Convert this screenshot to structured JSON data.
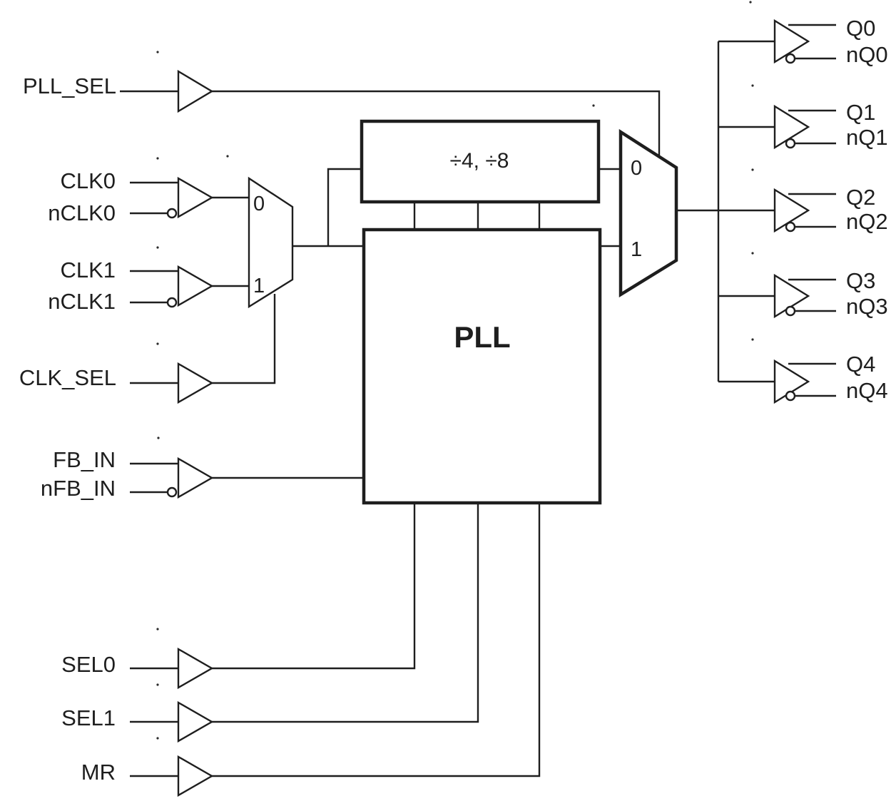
{
  "inputs": {
    "pll_sel": "PLL_SEL",
    "clk0": "CLK0",
    "nclk0": "nCLK0",
    "clk1": "CLK1",
    "nclk1": "nCLK1",
    "clk_sel": "CLK_SEL",
    "fb_in": "FB_IN",
    "nfb_in": "nFB_IN",
    "sel0": "SEL0",
    "sel1": "SEL1",
    "mr": "MR"
  },
  "outputs": [
    {
      "q": "Q0",
      "nq": "nQ0"
    },
    {
      "q": "Q1",
      "nq": "nQ1"
    },
    {
      "q": "Q2",
      "nq": "nQ2"
    },
    {
      "q": "Q3",
      "nq": "nQ3"
    },
    {
      "q": "Q4",
      "nq": "nQ4"
    }
  ],
  "input_mux": {
    "in0": "0",
    "in1": "1"
  },
  "output_mux": {
    "in0": "0",
    "in1": "1"
  },
  "divider": {
    "label": "÷4, ÷8"
  },
  "pll": {
    "label": "PLL"
  }
}
